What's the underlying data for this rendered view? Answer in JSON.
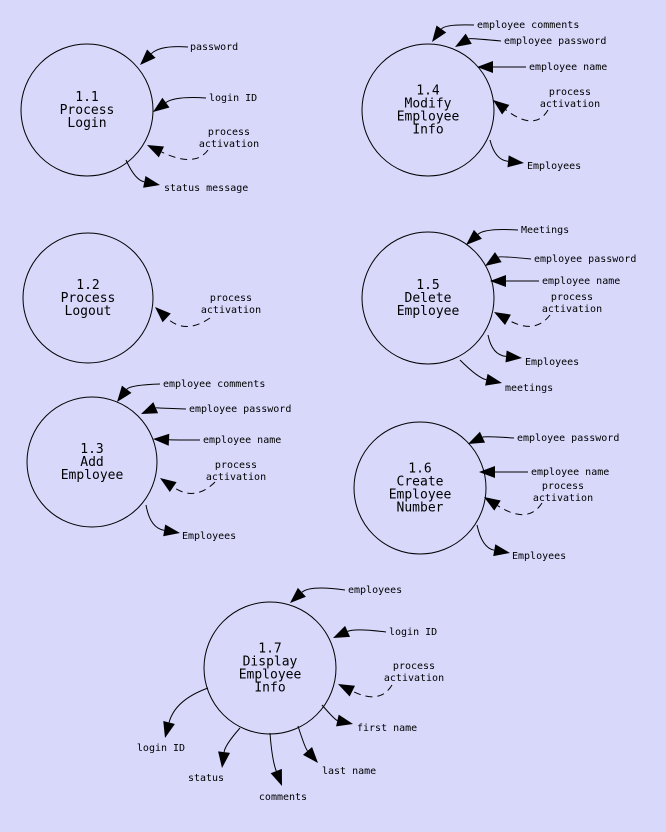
{
  "diagram_type": "data flow diagram",
  "processes": [
    {
      "id": "1.1",
      "name": [
        "Process",
        "Login"
      ],
      "flows": [
        {
          "label": [
            "password"
          ],
          "dir": "in"
        },
        {
          "label": [
            "login ID"
          ],
          "dir": "in"
        },
        {
          "label": [
            "process",
            "activation"
          ],
          "dir": "in",
          "dashed": true
        },
        {
          "label": [
            "status message"
          ],
          "dir": "out"
        }
      ]
    },
    {
      "id": "1.2",
      "name": [
        "Process",
        "Logout"
      ],
      "flows": [
        {
          "label": [
            "process",
            "activation"
          ],
          "dir": "in",
          "dashed": true
        }
      ]
    },
    {
      "id": "1.3",
      "name": [
        "Add",
        "Employee"
      ],
      "flows": [
        {
          "label": [
            "employee comments"
          ],
          "dir": "in"
        },
        {
          "label": [
            "employee password"
          ],
          "dir": "in"
        },
        {
          "label": [
            "employee name"
          ],
          "dir": "in"
        },
        {
          "label": [
            "process",
            "activation"
          ],
          "dir": "in",
          "dashed": true
        },
        {
          "label": [
            "Employees"
          ],
          "dir": "out"
        }
      ]
    },
    {
      "id": "1.4",
      "name": [
        "Modify",
        "Employee",
        "Info"
      ],
      "flows": [
        {
          "label": [
            "employee comments"
          ],
          "dir": "in"
        },
        {
          "label": [
            "employee password"
          ],
          "dir": "in"
        },
        {
          "label": [
            "employee name"
          ],
          "dir": "in"
        },
        {
          "label": [
            "process",
            "activation"
          ],
          "dir": "in",
          "dashed": true
        },
        {
          "label": [
            "Employees"
          ],
          "dir": "out"
        }
      ]
    },
    {
      "id": "1.5",
      "name": [
        "Delete",
        "Employee"
      ],
      "flows": [
        {
          "label": [
            "Meetings"
          ],
          "dir": "in"
        },
        {
          "label": [
            "employee password"
          ],
          "dir": "in"
        },
        {
          "label": [
            "employee name"
          ],
          "dir": "in"
        },
        {
          "label": [
            "process",
            "activation"
          ],
          "dir": "in",
          "dashed": true
        },
        {
          "label": [
            "Employees"
          ],
          "dir": "out"
        },
        {
          "label": [
            "meetings"
          ],
          "dir": "out"
        }
      ]
    },
    {
      "id": "1.6",
      "name": [
        "Create",
        "Employee",
        "Number"
      ],
      "flows": [
        {
          "label": [
            "employee password"
          ],
          "dir": "in"
        },
        {
          "label": [
            "employee name"
          ],
          "dir": "in"
        },
        {
          "label": [
            "process",
            "activation"
          ],
          "dir": "in",
          "dashed": true
        },
        {
          "label": [
            "Employees"
          ],
          "dir": "out"
        }
      ]
    },
    {
      "id": "1.7",
      "name": [
        "Display",
        "Employee",
        "Info"
      ],
      "flows": [
        {
          "label": [
            "employees"
          ],
          "dir": "in"
        },
        {
          "label": [
            "login ID"
          ],
          "dir": "in"
        },
        {
          "label": [
            "process",
            "activation"
          ],
          "dir": "in",
          "dashed": true
        },
        {
          "label": [
            "first name"
          ],
          "dir": "out"
        },
        {
          "label": [
            "last name"
          ],
          "dir": "out"
        },
        {
          "label": [
            "comments"
          ],
          "dir": "out"
        },
        {
          "label": [
            "status"
          ],
          "dir": "out"
        },
        {
          "label": [
            "login ID"
          ],
          "dir": "out"
        }
      ]
    }
  ]
}
